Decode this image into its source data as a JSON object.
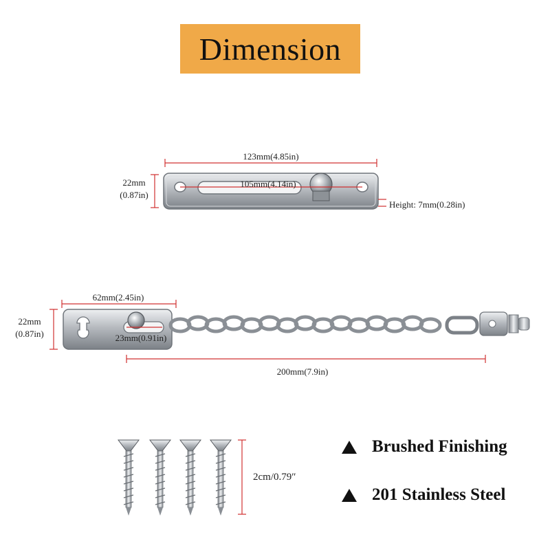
{
  "title": "Dimension",
  "plate": {
    "length_label": "123mm(4.85in)",
    "hole_spacing_label": "105mm(4.14in)",
    "width_label_mm": "22mm",
    "width_label_in": "(0.87in)",
    "height_label": "Height: 7mm(0.28in)"
  },
  "chain_plate": {
    "length_label": "62mm(2.45in)",
    "slot_label": "23mm(0.91in)",
    "width_label_mm": "22mm",
    "width_label_in": "(0.87in)",
    "total_length_label": "200mm(7.9in)"
  },
  "screws": {
    "length_label": "2cm/0.79″"
  },
  "features": [
    {
      "label": "Brushed Finishing"
    },
    {
      "label": "201 Stainless Steel"
    }
  ],
  "colors": {
    "title_bg": "#f0a948",
    "dimension_line": "#d03030",
    "metal": "#b8bcc0"
  }
}
